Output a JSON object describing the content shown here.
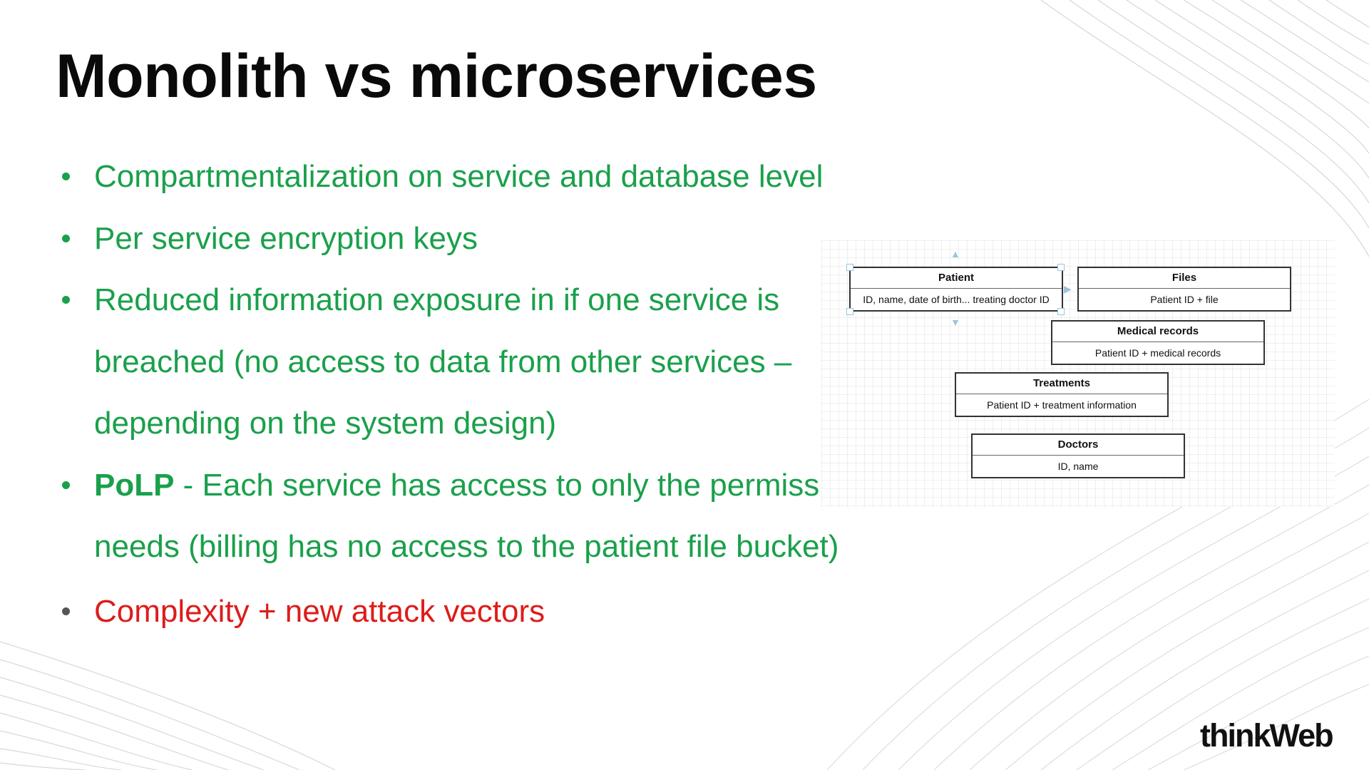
{
  "slide": {
    "title": "Monolith vs microservices",
    "bullets": [
      {
        "text": "Compartmentalization on service and database level"
      },
      {
        "text": "Per service encryption keys"
      },
      {
        "text": "Reduced information exposure in if one service is breached (no access to data from other services – depending on the system design)"
      },
      {
        "term": "PoLP",
        "text": " - Each service has access to only the permissions that it needs (billing has no access to the patient file bucket)"
      },
      {
        "text": "Complexity + new attack vectors"
      }
    ]
  },
  "diagram": {
    "entities": [
      {
        "name": "Patient",
        "fields": "ID, name, date of birth... treating doctor ID"
      },
      {
        "name": "Files",
        "fields": "Patient ID + file"
      },
      {
        "name": "Medical records",
        "fields": "Patient ID + medical records"
      },
      {
        "name": "Treatments",
        "fields": "Patient ID + treatment information"
      },
      {
        "name": "Doctors",
        "fields": "ID, name"
      }
    ]
  },
  "logo": {
    "text": "thinkWeb"
  },
  "colors": {
    "bullet_green": "#1aa04b",
    "warning_red": "#dd1c1a",
    "title": "#0a0a0a"
  }
}
